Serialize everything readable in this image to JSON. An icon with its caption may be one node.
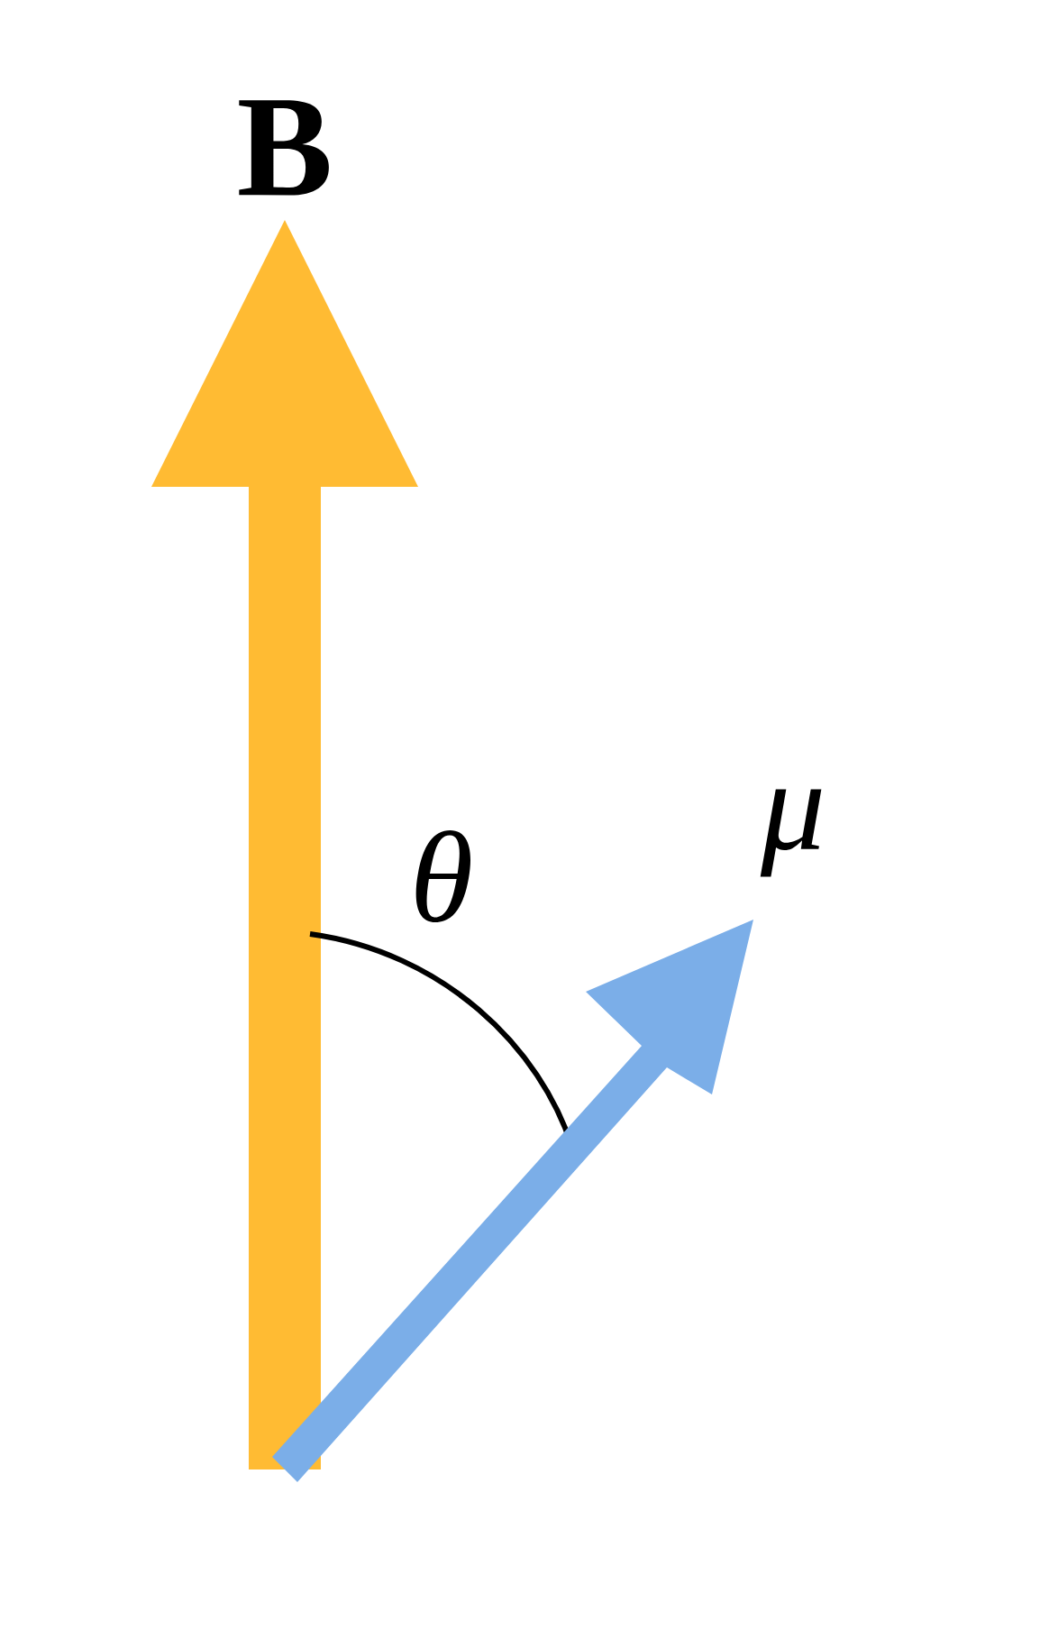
{
  "diagram": {
    "labels": [
      "B",
      "θ",
      "μ"
    ]
  }
}
